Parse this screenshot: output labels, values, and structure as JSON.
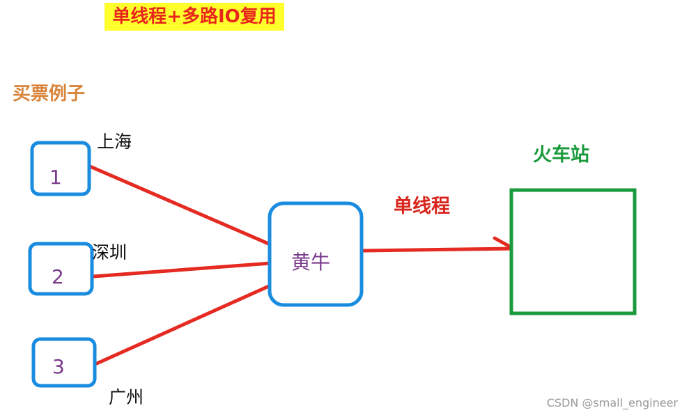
{
  "title": "单线程+多路IO复用",
  "section_label": "买票例子",
  "clients": [
    {
      "id": "1",
      "city": "上海"
    },
    {
      "id": "2",
      "city": "深圳"
    },
    {
      "id": "3",
      "city": "广州"
    }
  ],
  "broker_label": "黄牛",
  "link_label": "单线程",
  "station_label": "火车站",
  "watermark": "CSDN @small_engineer",
  "colors": {
    "title_bg": "#ffff2b",
    "title_text": "#e8261c",
    "client_border": "#1a8ce0",
    "connector": "#e52a22",
    "station_border": "#1a9a3c",
    "node_text": "#7a3a8c"
  }
}
